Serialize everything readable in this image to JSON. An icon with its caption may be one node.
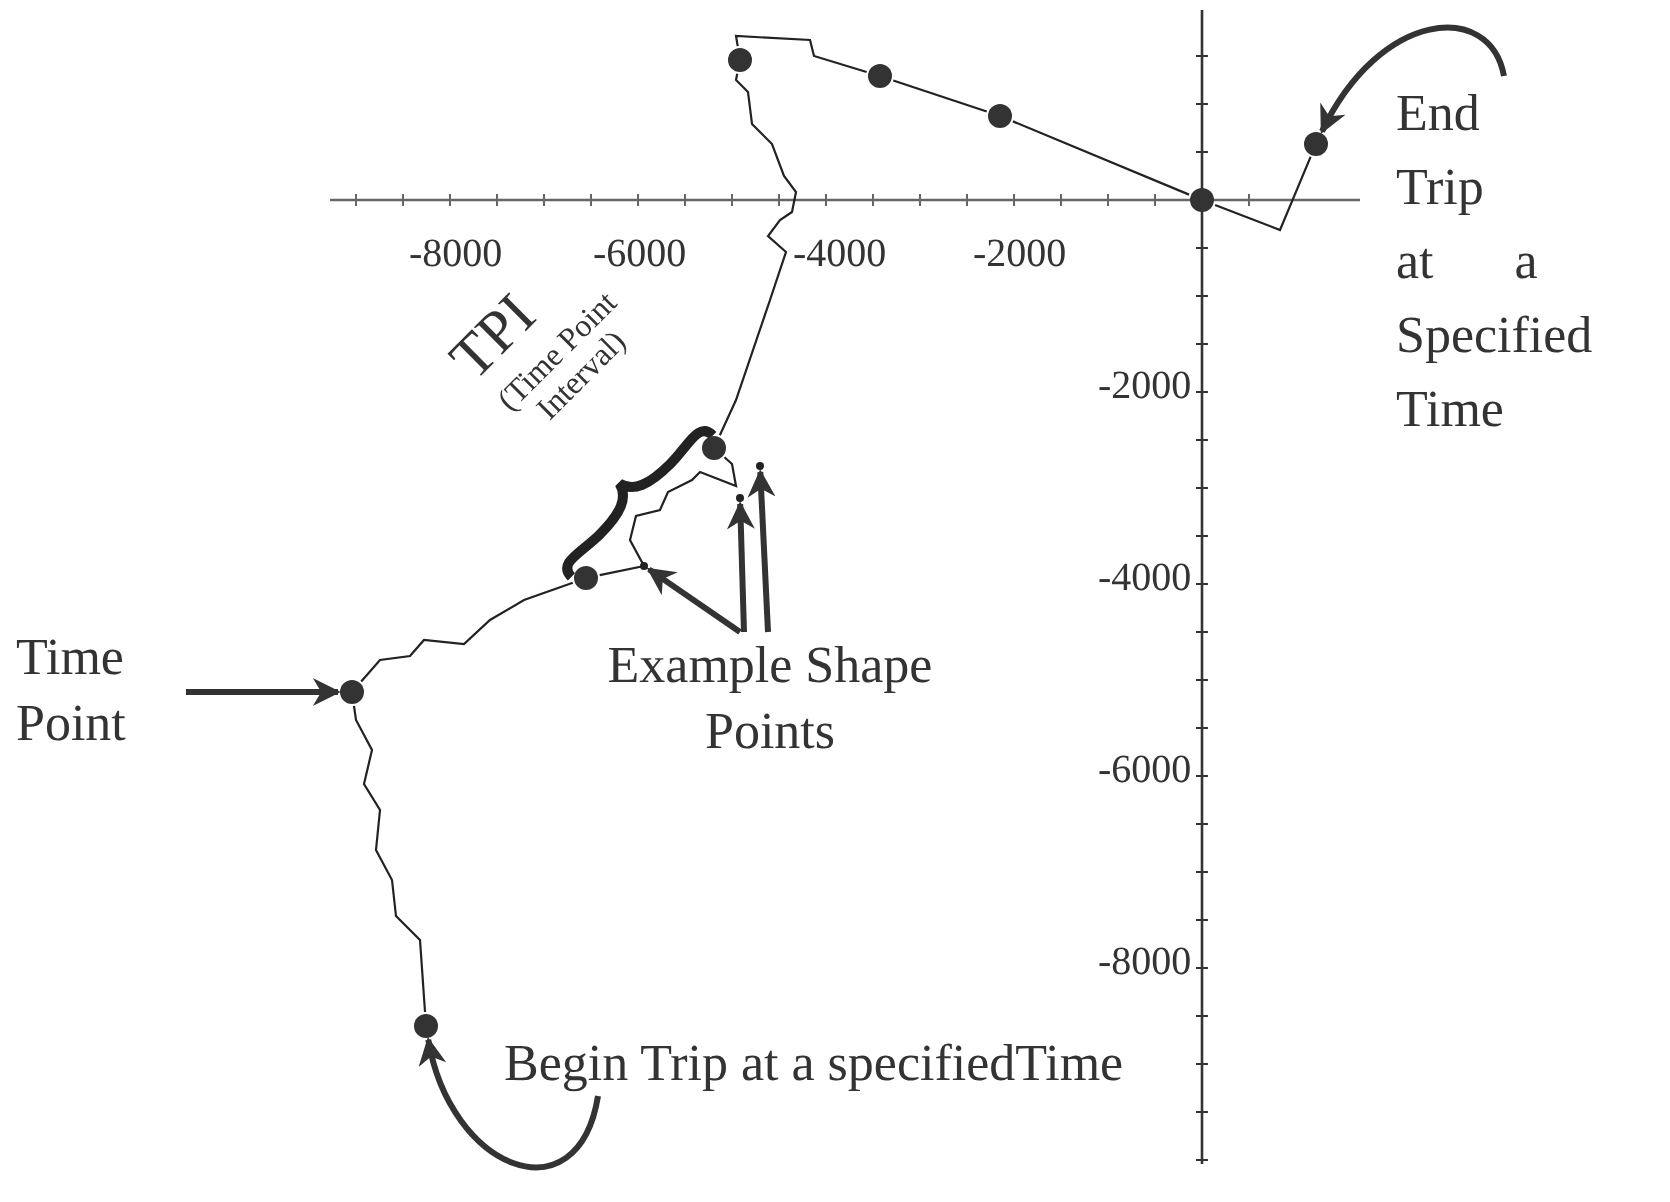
{
  "diagram": {
    "nodes": [
      {
        "text": [
          "End Trip at a Specified Time"
        ]
      },
      {
        "text": [
          "Time Point"
        ]
      },
      {
        "text": [
          "Example Shape Points"
        ]
      },
      {
        "text": [
          "Begin Trip at a specifiedTime"
        ]
      },
      {
        "text": [],
        "shape": "circle"
      },
      {
        "text": [],
        "shape": "circle"
      },
      {
        "text": [],
        "shape": "circle"
      },
      {
        "text": [],
        "shape": "circle"
      },
      {
        "text": [],
        "shape": "circle"
      },
      {
        "text": [],
        "shape": "circle"
      },
      {
        "text": [],
        "shape": "circle"
      },
      {
        "text": [],
        "shape": "circle"
      },
      {
        "text": [],
        "shape": "circle"
      },
      {
        "text": [],
        "shape": "point"
      },
      {
        "text": [],
        "shape": "point"
      },
      {
        "text": [],
        "shape": "point"
      }
    ],
    "edges": [
      {
        "from": 0,
        "to": 12,
        "arrow": "to",
        "style": "thick"
      },
      {
        "from": 1,
        "to": 4,
        "arrow": "to",
        "style": "thick"
      },
      {
        "from": 2,
        "to": 13,
        "arrow": "to",
        "style": "thick"
      },
      {
        "from": 2,
        "to": 14,
        "arrow": "to",
        "style": "thick"
      },
      {
        "from": 2,
        "to": 15,
        "arrow": "to",
        "style": "thick"
      },
      {
        "from": 3,
        "to": 5,
        "arrow": "to",
        "style": "thick"
      },
      {
        "from": 5,
        "to": 4,
        "arrow": "none"
      },
      {
        "from": 4,
        "to": 6,
        "arrow": "none"
      },
      {
        "from": 6,
        "to": 7,
        "arrow": "none"
      },
      {
        "from": 7,
        "to": 8,
        "arrow": "none"
      },
      {
        "from": 8,
        "to": 9,
        "arrow": "none"
      },
      {
        "from": 9,
        "to": 10,
        "arrow": "none"
      },
      {
        "from": 10,
        "to": 11,
        "arrow": "none"
      },
      {
        "from": 11,
        "to": 12,
        "arrow": "none"
      }
    ],
    "labels": [
      "-8000",
      "-6000",
      "-4000",
      "-2000",
      "TPI",
      "(Time Point Interval)",
      "-2000",
      "-4000",
      "-6000",
      "-8000"
    ]
  }
}
